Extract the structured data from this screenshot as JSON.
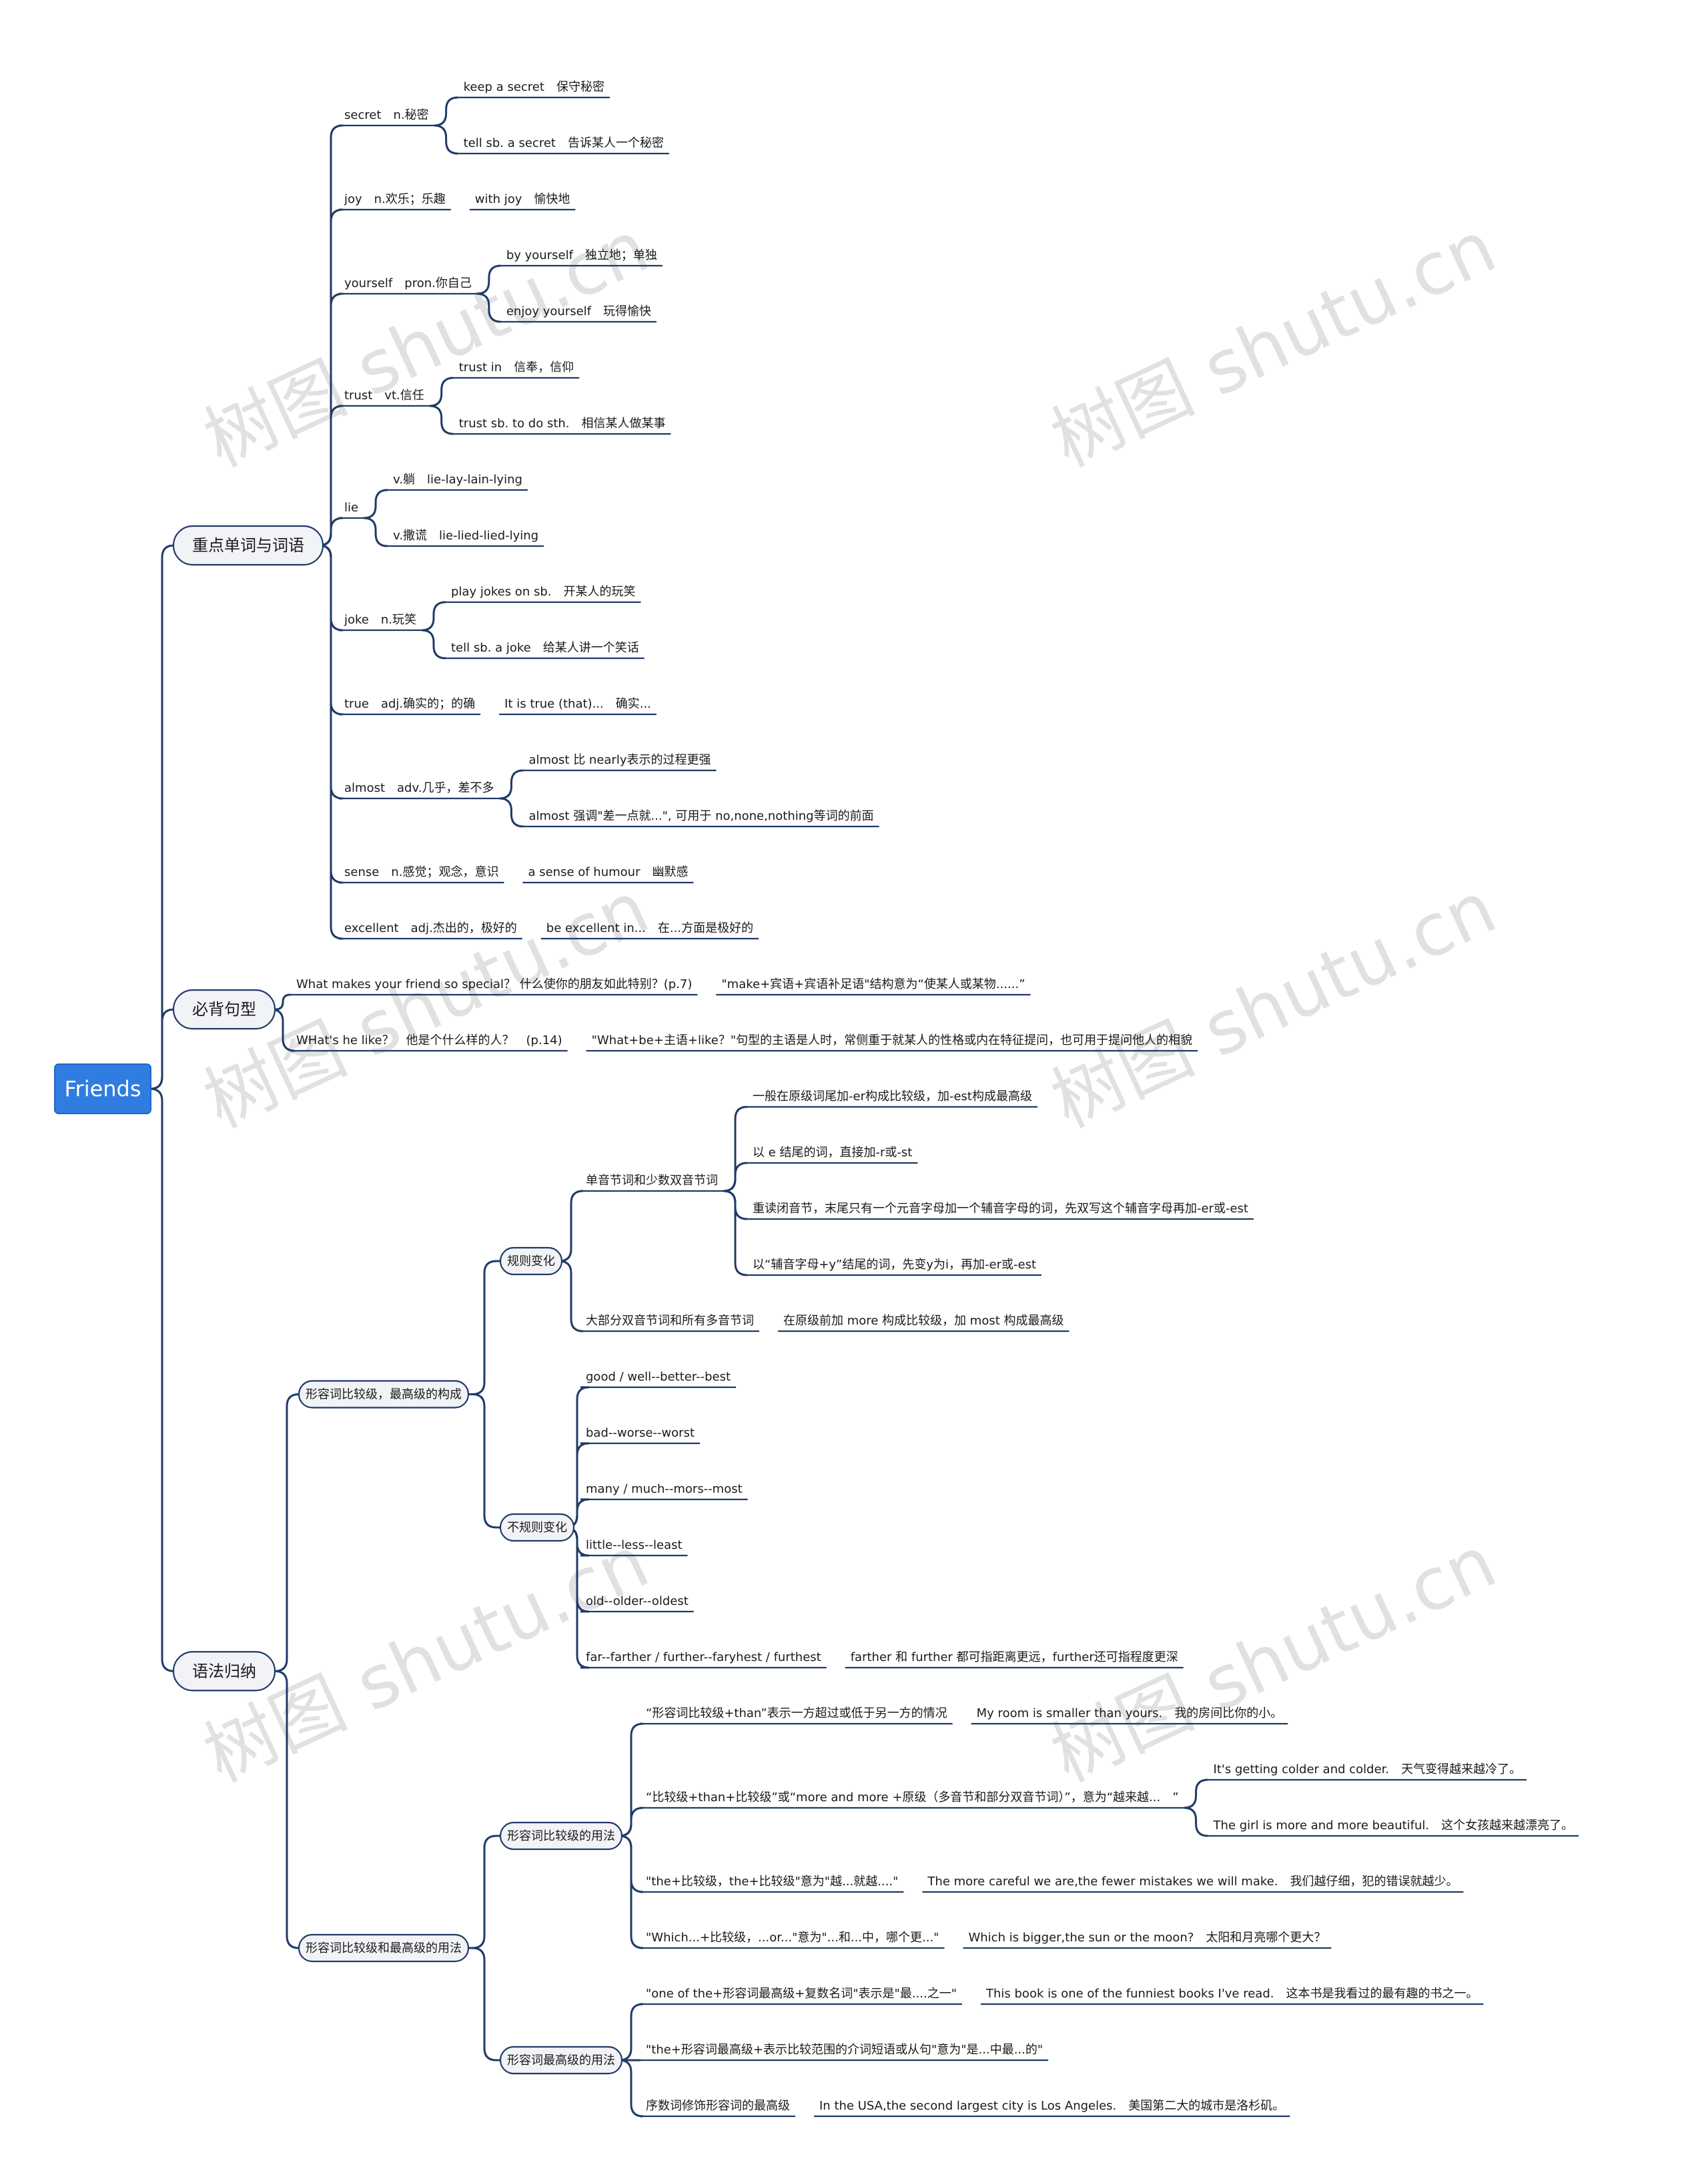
{
  "watermark": "树图 shutu.cn",
  "root": "Friends",
  "branches": [
    {
      "label": "重点单词与词语",
      "children": [
        {
          "label": "secret　n.秘密",
          "children": [
            "keep a secret　保守秘密",
            "tell sb. a secret　告诉某人一个秘密"
          ]
        },
        {
          "label": "joy　n.欢乐；乐趣",
          "children": [
            "with joy　愉快地"
          ]
        },
        {
          "label": "yourself　pron.你自己",
          "children": [
            "by yourself　独立地；单独",
            "enjoy yourself　玩得愉快"
          ]
        },
        {
          "label": "trust　vt.信任",
          "children": [
            "trust in　信奉，信仰",
            "trust sb. to do sth.　相信某人做某事"
          ]
        },
        {
          "label": "lie",
          "children": [
            "v.躺　lie-lay-lain-lying",
            "v.撒谎　lie-lied-lied-lying"
          ]
        },
        {
          "label": "joke　n.玩笑",
          "children": [
            "play jokes on sb.　开某人的玩笑",
            "tell sb. a joke　给某人讲一个笑话"
          ]
        },
        {
          "label": "true　adj.确实的；的确",
          "children": [
            "It is true (that)...　确实..."
          ]
        },
        {
          "label": "almost　adv.几乎，差不多",
          "children": [
            "almost 比 nearly表示的过程更强",
            "almost 强调\"差一点就...\", 可用于 no,none,nothing等词的前面"
          ]
        },
        {
          "label": "sense　n.感觉；观念，意识",
          "children": [
            "a sense of humour　幽默感"
          ]
        },
        {
          "label": "excellent　adj.杰出的，极好的",
          "children": [
            "be excellent in...　在...方面是极好的"
          ]
        }
      ]
    },
    {
      "label": "必背句型",
      "children": [
        {
          "label": "What makes your friend so special？ 什么使你的朋友如此特别？(p.7)",
          "children": [
            "\"make+宾语+宾语补足语\"结构意为“使某人或某物......”"
          ]
        },
        {
          "label": "WHat's he like？　他是个什么样的人？　(p.14)",
          "children": [
            "\"What+be+主语+like？\"句型的主语是人时，常侧重于就某人的性格或内在特征提问，也可用于提问他人的相貌"
          ]
        }
      ]
    },
    {
      "label": "语法归纳",
      "children": [
        {
          "label": "形容词比较级，最高级的构成",
          "children": [
            {
              "label": "规则变化",
              "children": [
                {
                  "label": "单音节词和少数双音节词",
                  "children": [
                    "一般在原级词尾加-er构成比较级，加-est构成最高级",
                    "以 e 结尾的词，直接加-r或-st",
                    "重读闭音节，末尾只有一个元音字母加一个辅音字母的词，先双写这个辅音字母再加-er或-est",
                    "以“辅音字母+y”结尾的词，先变y为i，再加-er或-est"
                  ]
                },
                {
                  "label": "大部分双音节词和所有多音节词",
                  "children": [
                    "在原级前加 more 构成比较级，加 most 构成最高级"
                  ]
                }
              ]
            },
            {
              "label": "不规则变化",
              "children": [
                {
                  "label": "good / well--better--best",
                  "children": []
                },
                {
                  "label": "bad--worse--worst",
                  "children": []
                },
                {
                  "label": "many / much--mors--most",
                  "children": []
                },
                {
                  "label": "little--less--least",
                  "children": []
                },
                {
                  "label": "old--older--oldest",
                  "children": []
                },
                {
                  "label": "far--farther / further--faryhest / furthest",
                  "children": [
                    "farther 和 further 都可指距离更远，further还可指程度更深"
                  ]
                }
              ]
            }
          ]
        },
        {
          "label": "形容词比较级和最高级的用法",
          "children": [
            {
              "label": "形容词比较级的用法",
              "children": [
                {
                  "label": "“形容词比较级+than”表示一方超过或低于另一方的情况",
                  "children": [
                    "My room is smaller than yours.　我的房间比你的小。"
                  ]
                },
                {
                  "label": "“比较级+than+比较级”或“more and more +原级（多音节和部分双音节词）”，意为“越来越...　”",
                  "children": [
                    "It's getting colder and colder.　天气变得越来越冷了。",
                    "The girl is more and more beautiful.　这个女孩越来越漂亮了。"
                  ]
                },
                {
                  "label": "\"the+比较级，the+比较级\"意为\"越...就越....\"",
                  "children": [
                    "The more careful we are,the fewer mistakes we will make.　我们越仔细，犯的错误就越少。"
                  ]
                },
                {
                  "label": "\"Which...+比较级，...or...\"意为\"...和...中，哪个更...\"",
                  "children": [
                    "Which is bigger,the sun or the moon?　太阳和月亮哪个更大？"
                  ]
                }
              ]
            },
            {
              "label": "形容词最高级的用法",
              "children": [
                {
                  "label": "\"one of the+形容词最高级+复数名词\"表示是\"最....之一\"",
                  "children": [
                    "This book is one of the funniest books I've read.　这本书是我看过的最有趣的书之一。"
                  ]
                },
                {
                  "label": "\"the+形容词最高级+表示比较范围的介词短语或从句\"意为\"是...中最...的\"",
                  "children": []
                },
                {
                  "label": "序数词修饰形容词的最高级",
                  "children": [
                    "In the USA,the second largest city is Los Angeles.　美国第二大的城市是洛杉矶。"
                  ]
                }
              ]
            }
          ]
        }
      ]
    }
  ],
  "colors": {
    "root_fill": "#2f7de1",
    "root_border": "#2266c4",
    "line": "#1f3b66",
    "branch_fill": "#f2f3f6",
    "text": "#1a1a1a",
    "watermark": "#c9c9c9"
  }
}
